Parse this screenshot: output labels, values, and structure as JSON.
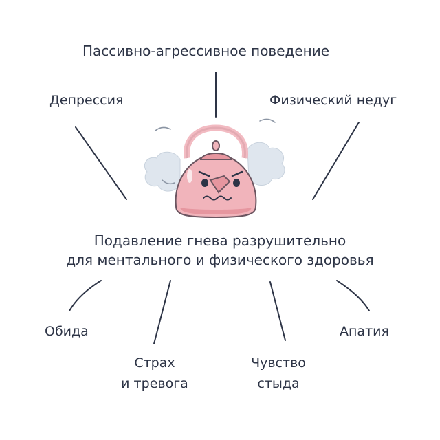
{
  "top_consequence": "Пассивно-агрессивное поведение",
  "left_consequence": "Депрессия",
  "right_consequence": "Физический недуг",
  "central_statement": {
    "line1": "Подавление гнева разрушительно",
    "line2": "для ментального и физического здоровья"
  },
  "bottom_consequences": {
    "resentment": "Обида",
    "fear": [
      "Страх",
      "и тревога"
    ],
    "shame": [
      "Чувство",
      "стыда"
    ],
    "apathy": "Апатия"
  },
  "colors": {
    "text": "#2d3446",
    "kettle_body": "#f1b4bb",
    "kettle_body_shade": "#e6969f",
    "kettle_outline": "#6b5560",
    "steam": "#dfe6ee",
    "background": "#ffffff"
  }
}
